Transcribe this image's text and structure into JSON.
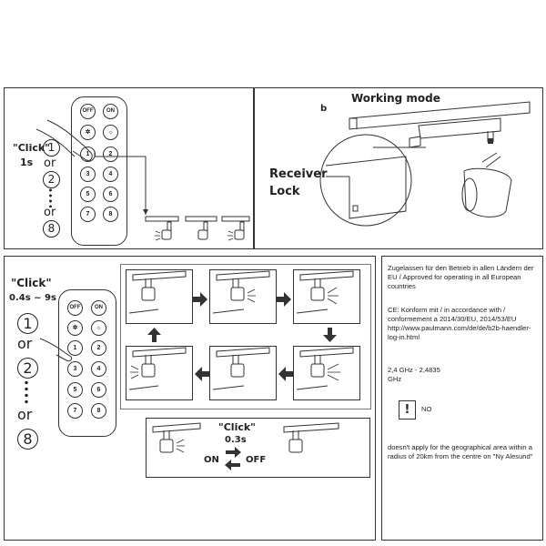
{
  "top_left": {
    "click_label": "\"Click\"",
    "duration": "1s",
    "numbers": [
      "1",
      "2",
      "8"
    ],
    "or_labels": [
      "or",
      "or"
    ]
  },
  "remote": {
    "off_label": "OFF",
    "on_label": "ON",
    "keys": [
      "1",
      "2",
      "3",
      "4",
      "5",
      "6",
      "7",
      "8"
    ]
  },
  "top_right": {
    "letter": "b",
    "title": "Working mode",
    "receiver_label": "Receiver",
    "lock_label": "Lock"
  },
  "bottom_left": {
    "click_label": "\"Click\"",
    "duration": "0.4s ~ 9s",
    "numbers": [
      "1",
      "2",
      "8"
    ],
    "or_labels": [
      "or",
      "or"
    ]
  },
  "toggle": {
    "click_label": "\"Click\"",
    "duration": "0.3s",
    "on_label": "ON",
    "off_label": "OFF"
  },
  "compliance": {
    "approval": "Zugelassen für den Betrieb in allen Ländern der EU / Approved for operating in all European countries",
    "ce": "CE: Konform mit / in accordance with / conformement a 2014/30/EU, 2014/53/EU http://www.paulmann.com/de/de/b2b-haendler-log-in.html",
    "freq": "2,4 GHz - 2,4835 GHz",
    "no_label": "NO",
    "exception": "doesn't apply for the geographical area within a radius of 20km from the centre on \"Ny Alesund\""
  },
  "colors": {
    "line": "#333333",
    "background": "#ffffff"
  }
}
